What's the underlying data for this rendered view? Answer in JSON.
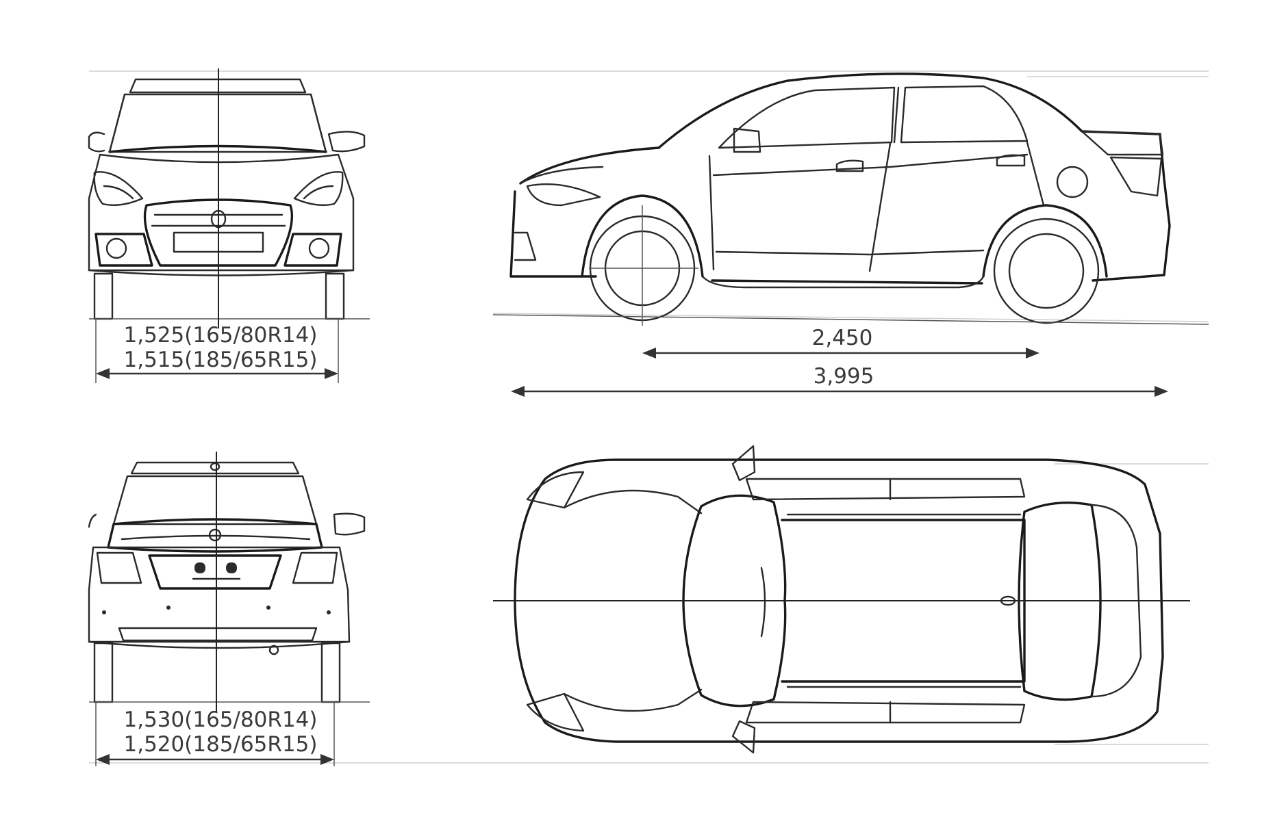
{
  "dimensions": {
    "front_track": {
      "line1": "1,525(165/80R14)",
      "line2": "1,515(185/65R15)"
    },
    "rear_track": {
      "line1": "1,530(165/80R14)",
      "line2": "1,520(185/65R15)"
    },
    "wheelbase": "2,450",
    "overall_length": "3,995"
  },
  "colors": {
    "line": "#2a2a2a",
    "background": "#ffffff"
  }
}
